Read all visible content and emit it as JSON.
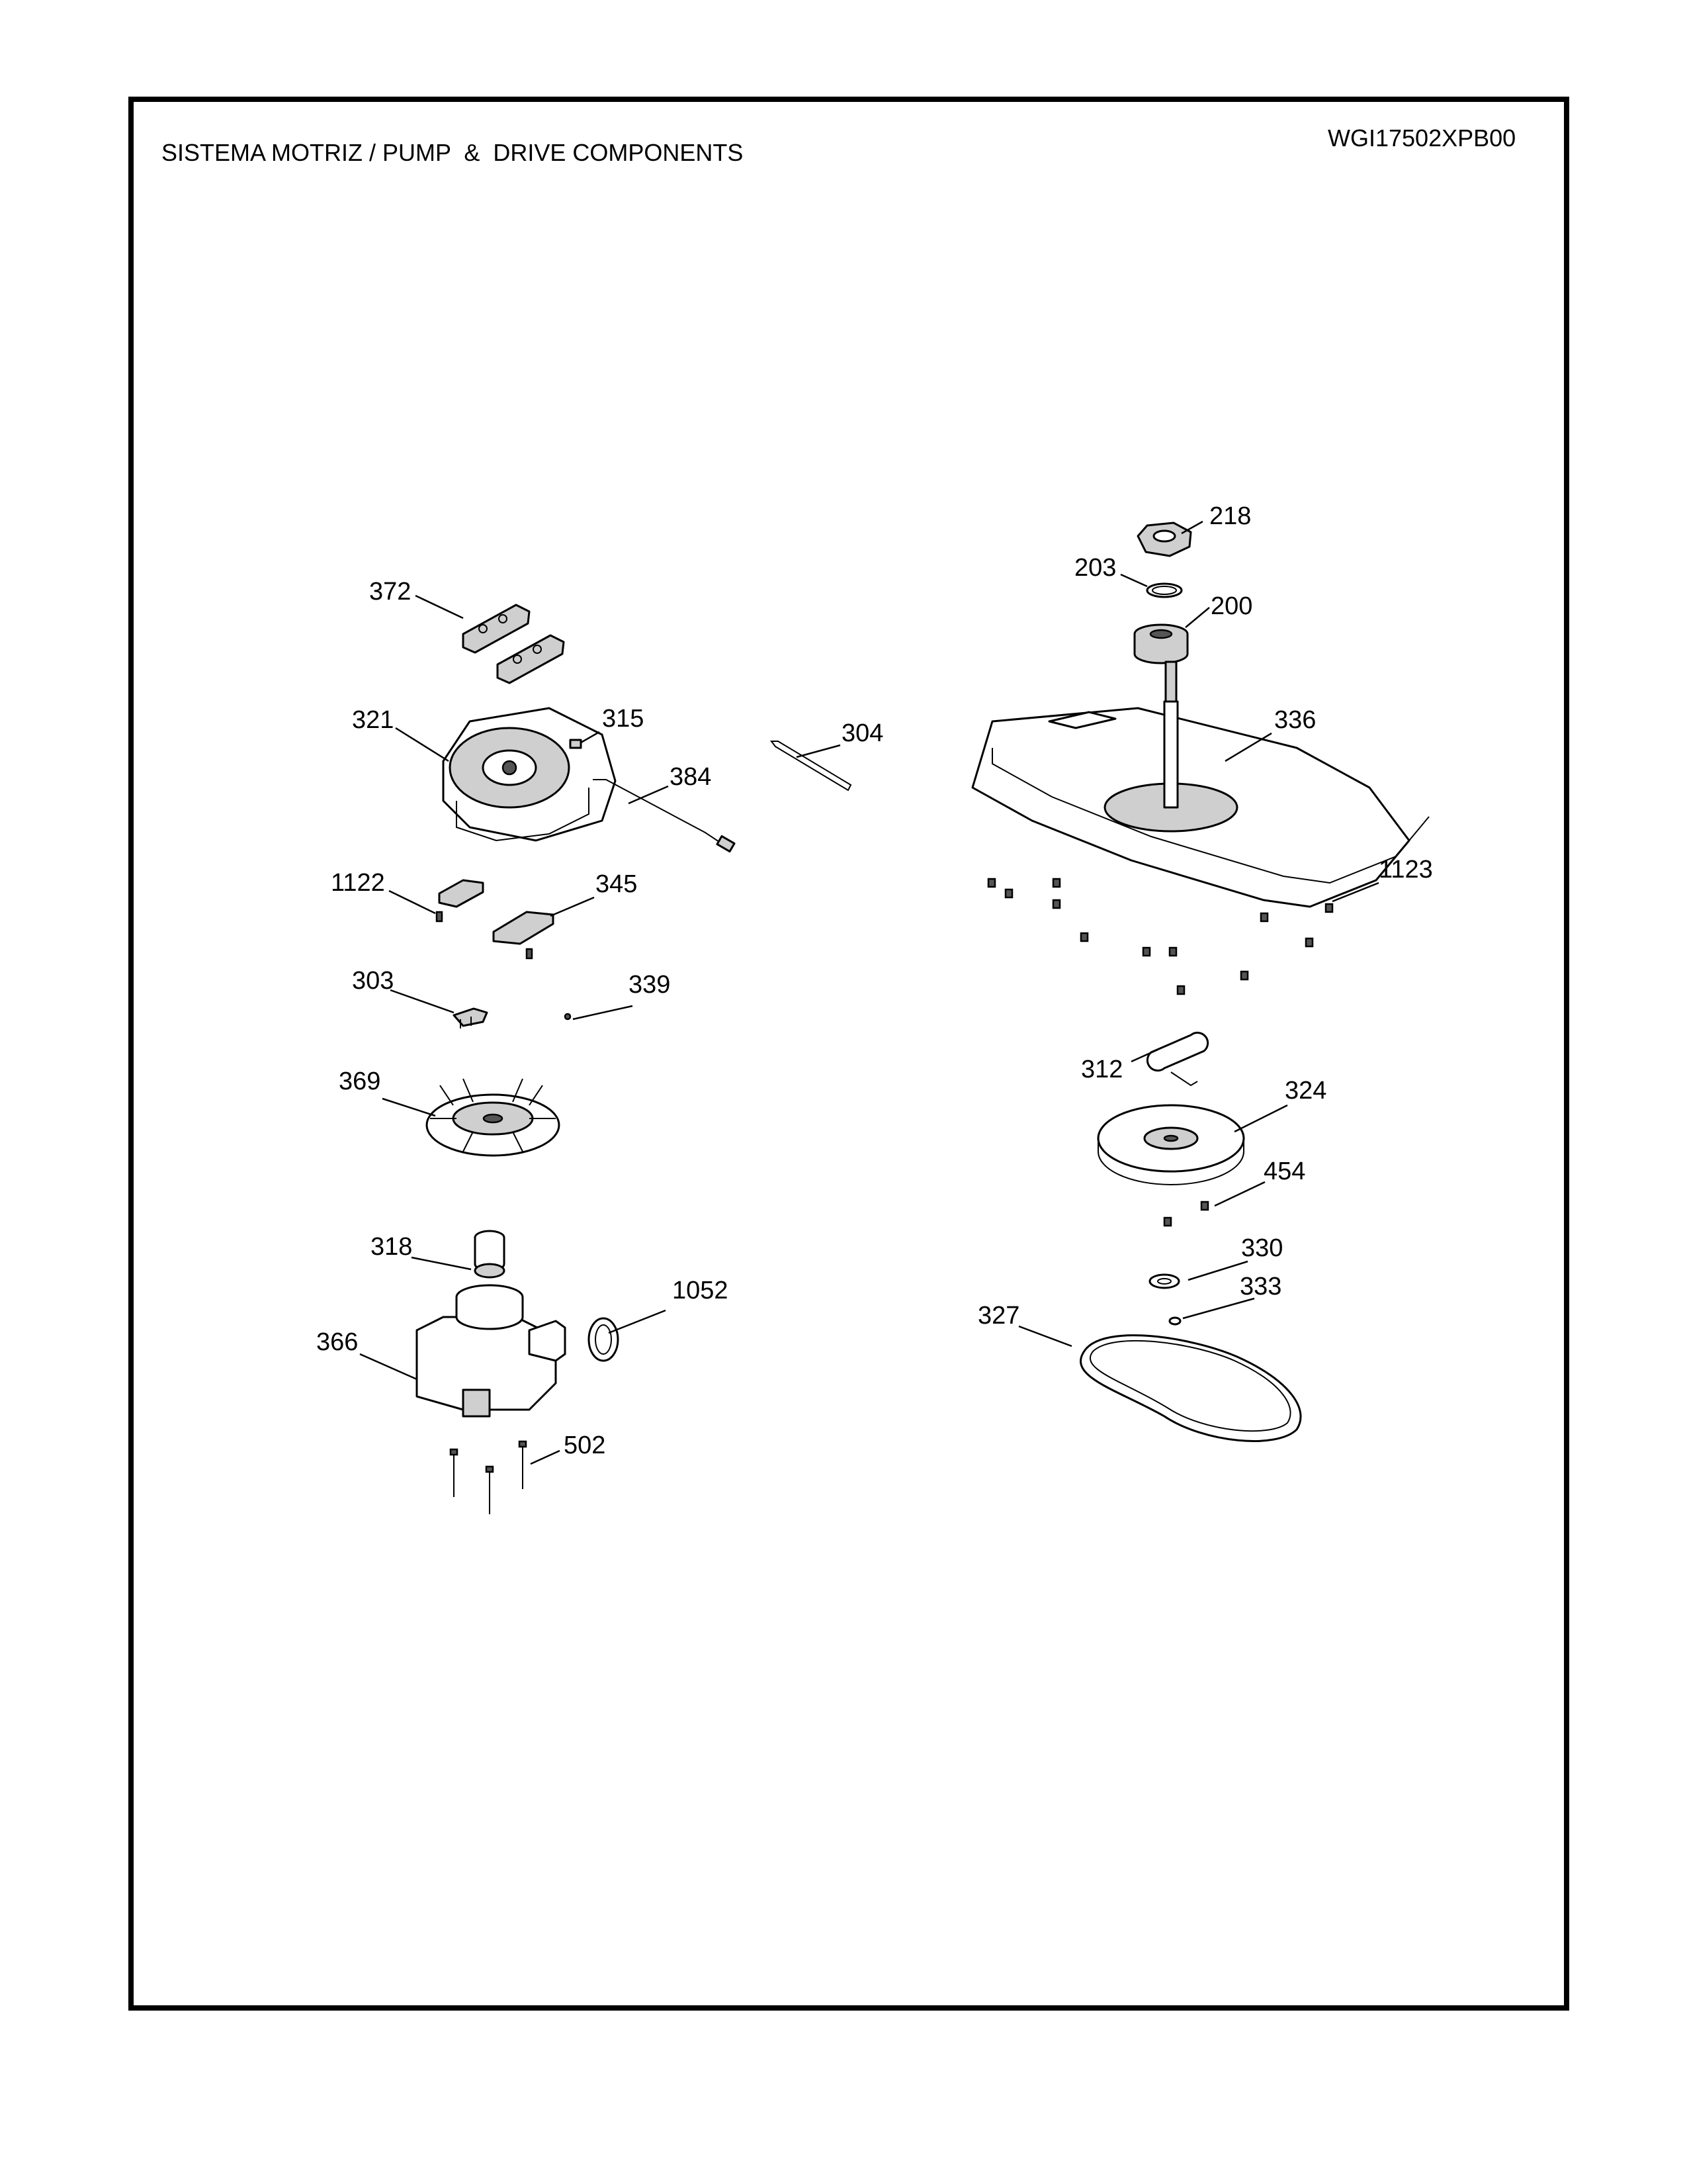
{
  "header": {
    "title": "SISTEMA MOTRIZ / PUMP  &  DRIVE COMPONENTS",
    "model": "WGI17502XPB00"
  },
  "callouts": [
    {
      "id": "c218",
      "text": "218"
    },
    {
      "id": "c203",
      "text": "203"
    },
    {
      "id": "c200",
      "text": "200"
    },
    {
      "id": "c372",
      "text": "372"
    },
    {
      "id": "c321",
      "text": "321"
    },
    {
      "id": "c315",
      "text": "315"
    },
    {
      "id": "c304",
      "text": "304"
    },
    {
      "id": "c336",
      "text": "336"
    },
    {
      "id": "c384",
      "text": "384"
    },
    {
      "id": "c1122",
      "text": "1122"
    },
    {
      "id": "c345",
      "text": "345"
    },
    {
      "id": "c1123",
      "text": "1123"
    },
    {
      "id": "c303",
      "text": "303"
    },
    {
      "id": "c339",
      "text": "339"
    },
    {
      "id": "c369",
      "text": "369"
    },
    {
      "id": "c312",
      "text": "312"
    },
    {
      "id": "c324",
      "text": "324"
    },
    {
      "id": "c454",
      "text": "454"
    },
    {
      "id": "c318",
      "text": "318"
    },
    {
      "id": "c330",
      "text": "330"
    },
    {
      "id": "c1052",
      "text": "1052"
    },
    {
      "id": "c333",
      "text": "333"
    },
    {
      "id": "c366",
      "text": "366"
    },
    {
      "id": "c327",
      "text": "327"
    },
    {
      "id": "c502",
      "text": "502"
    }
  ]
}
